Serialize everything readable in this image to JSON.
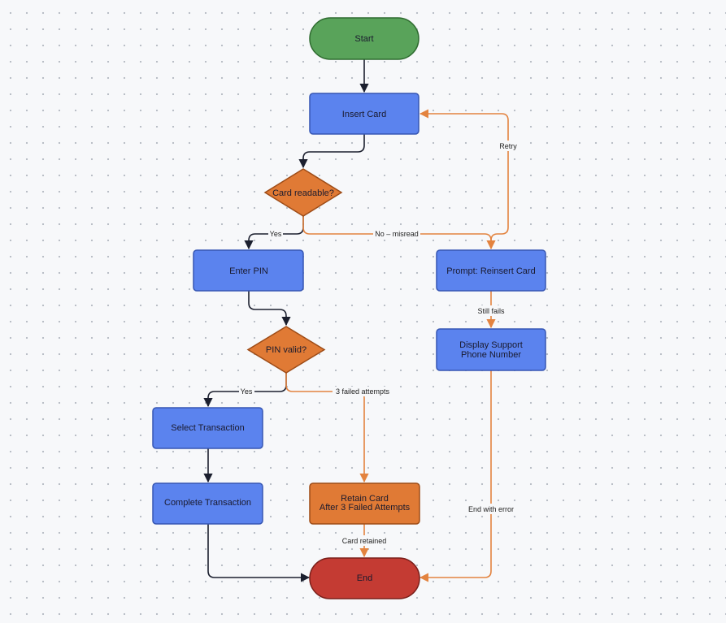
{
  "colors": {
    "start_fill": "#59a35a",
    "start_stroke": "#2e6b2f",
    "process_fill": "#5b83ee",
    "process_stroke": "#3656b3",
    "decision_fill": "#e07a35",
    "decision_stroke": "#9e4c17",
    "end_fill": "#c43b33",
    "end_stroke": "#7a1f1a",
    "edge_dark": "#1b1f2e",
    "edge_orange": "#e3833f"
  },
  "nodes": {
    "start": {
      "label": "Start"
    },
    "insert_card": {
      "label": "Insert Card"
    },
    "card_readable": {
      "label": "Card readable?"
    },
    "enter_pin": {
      "label": "Enter PIN"
    },
    "prompt_reinsert": {
      "label": "Prompt: Reinsert Card"
    },
    "pin_valid": {
      "label": "PIN valid?"
    },
    "display_support": {
      "line1": "Display Support",
      "line2": "Phone Number"
    },
    "select_transaction": {
      "label": "Select Transaction"
    },
    "complete_transaction": {
      "label": "Complete Transaction"
    },
    "retain_card": {
      "line1": "Retain Card",
      "line2": "After 3 Failed Attempts"
    },
    "end": {
      "label": "End"
    }
  },
  "edges": {
    "retry": "Retry",
    "card_yes": "Yes",
    "card_no": "No – misread",
    "still_fails": "Still fails",
    "pin_yes": "Yes",
    "three_failed": "3 failed attempts",
    "end_with_error": "End with error",
    "card_retained": "Card retained"
  }
}
